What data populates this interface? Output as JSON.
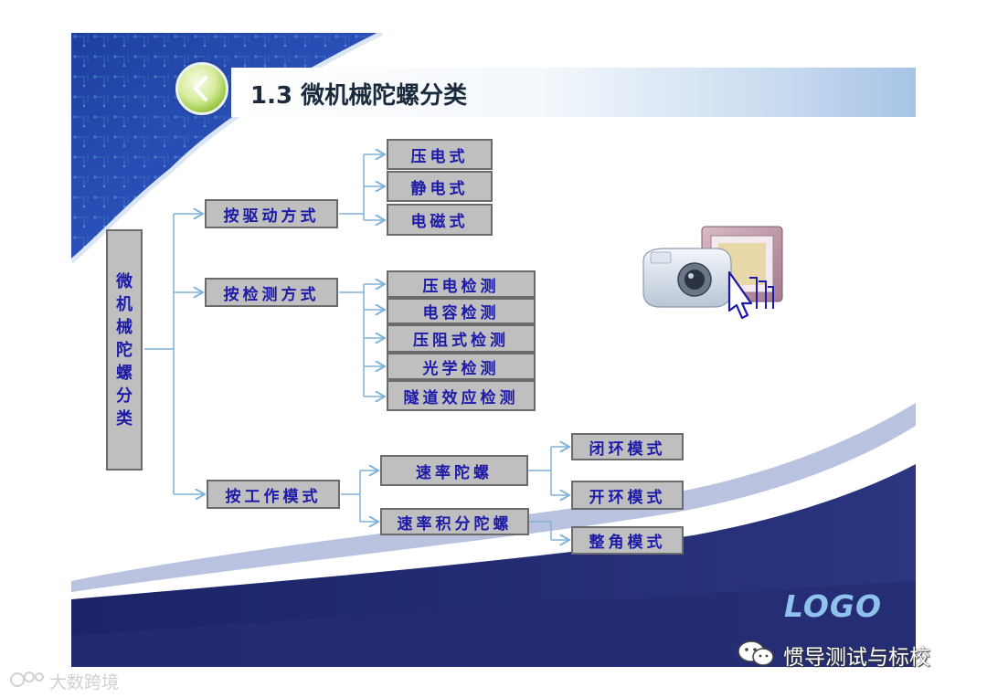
{
  "title": "1.3  微机械陀螺分类",
  "diagram": {
    "root": "微机械陀螺分类",
    "branches": [
      {
        "label": "按驱动方式",
        "children": [
          "压电式",
          "静电式",
          "电磁式"
        ]
      },
      {
        "label": "按检测方式",
        "children": [
          "压电检测",
          "电容检测",
          "压阻式检测",
          "光学检测",
          "隧道效应检测"
        ]
      },
      {
        "label": "按工作模式",
        "children": [
          "速率陀螺",
          "速率积分陀螺"
        ],
        "subchildren": [
          "闭环模式",
          "开环模式",
          "整角模式"
        ]
      }
    ]
  },
  "logo_text": "LOGO",
  "watermarks": {
    "wechat_account": "惯导测试与标校",
    "platform": "大数跨境"
  },
  "colors": {
    "navy": "#1c2a6c",
    "box_fill": "#bfbfbf",
    "box_text": "#1d1aa8",
    "connector": "#7fb2d9"
  },
  "icons": [
    "back-arrow-icon",
    "camera-hand-icon",
    "wechat-icon",
    "platform-logo-icon"
  ]
}
